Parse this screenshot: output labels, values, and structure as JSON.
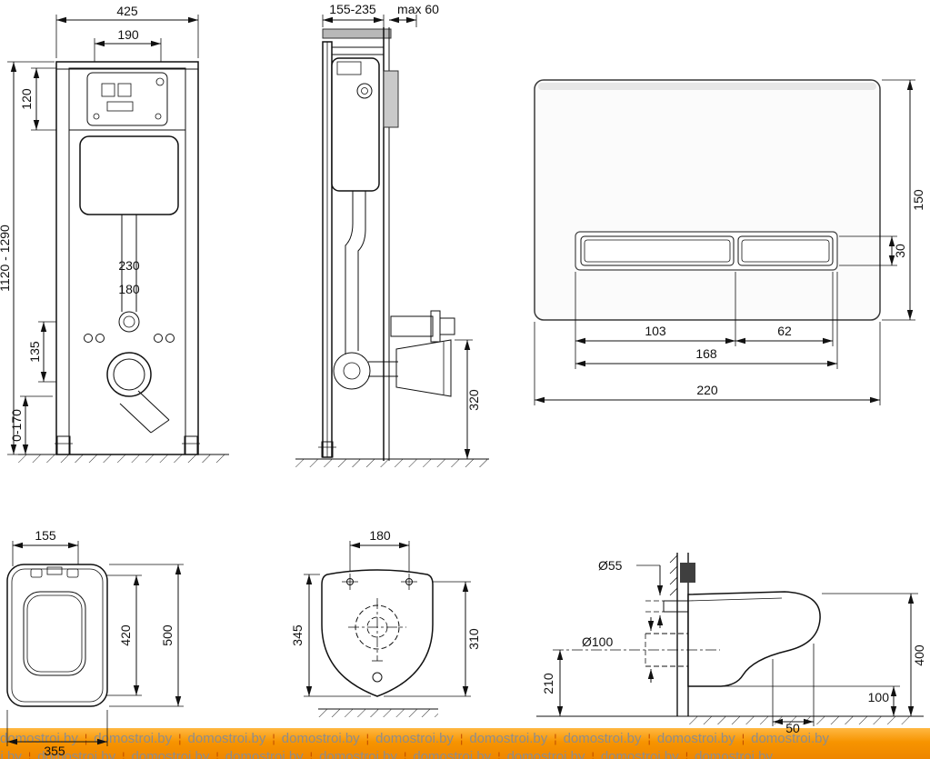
{
  "watermark": {
    "text": "domostroi.by",
    "separator": "¦"
  },
  "frame_front": {
    "width_top": "425",
    "access_width": "190",
    "access_height": "120",
    "height_range": "1120 - 1290",
    "stud_spacing_outer": "230",
    "stud_spacing_inner": "180",
    "outlet_offset": "135",
    "foot_adjust": "0-170"
  },
  "frame_side": {
    "depth_range": "155-235",
    "wall_clearance": "max 60",
    "outlet_height": "320"
  },
  "flush_plate": {
    "height": "150",
    "button_height": "30",
    "button_large_width": "103",
    "button_small_width": "62",
    "buttons_width": "168",
    "width": "220"
  },
  "bowl_top": {
    "front_width": "155",
    "inner_length": "420",
    "length": "500",
    "width": "355"
  },
  "bowl_bottom": {
    "hole_spacing": "180",
    "length_outer": "345",
    "length_inner": "310"
  },
  "bowl_side": {
    "inlet_diameter": "Ø55",
    "outlet_diameter": "Ø100",
    "outlet_axis_height": "210",
    "height": "400",
    "rear_height": "100",
    "bottom_offset": "50"
  }
}
